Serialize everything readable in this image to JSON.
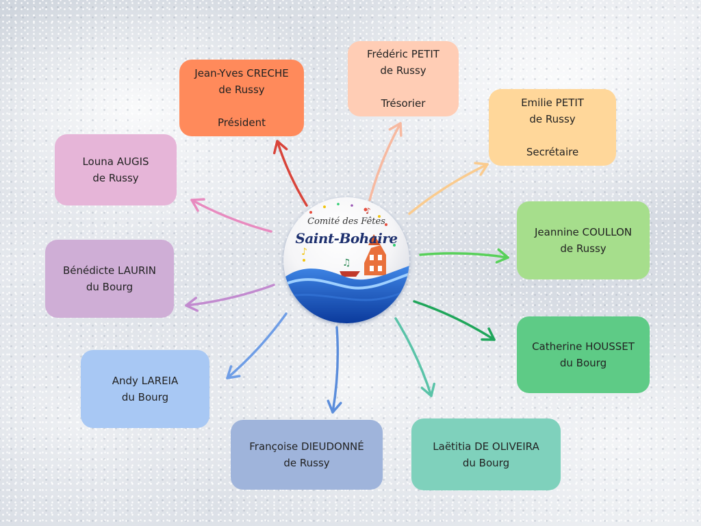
{
  "logo": {
    "line1": "Comité des Fêtes",
    "line2": "Saint-Bohaire",
    "icon": "comite-des-fetes-logo"
  },
  "members": [
    {
      "id": "jean-yves-creche",
      "name": "Jean-Yves CRECHE",
      "place": "de Russy",
      "role": "Président",
      "color": "#FF8A5B"
    },
    {
      "id": "frederic-petit",
      "name": "Frédéric PETIT",
      "place": "de Russy",
      "role": "Trésorier",
      "color": "#FFCDB5"
    },
    {
      "id": "emilie-petit",
      "name": "Emilie PETIT",
      "place": "de Russy",
      "role": "Secrétaire",
      "color": "#FFD79A"
    },
    {
      "id": "jeannine-coullon",
      "name": "Jeannine COULLON",
      "place": "de Russy",
      "role": "",
      "color": "#A6DE8C"
    },
    {
      "id": "catherine-housset",
      "name": "Catherine HOUSSET",
      "place": "du Bourg",
      "role": "",
      "color": "#5ECB86"
    },
    {
      "id": "laetitia-de-oliveira",
      "name": "Laëtitia DE OLIVEIRA",
      "place": "du Bourg",
      "role": "",
      "color": "#7FD1BC"
    },
    {
      "id": "francoise-dieudonne",
      "name": "Françoise DIEUDONNÉ",
      "place": "de Russy",
      "role": "",
      "color": "#9FB4DB"
    },
    {
      "id": "andy-lareia",
      "name": "Andy LAREIA",
      "place": "du Bourg",
      "role": "",
      "color": "#A8C8F4"
    },
    {
      "id": "benedicte-laurin",
      "name": "Bénédicte LAURIN",
      "place": "du Bourg",
      "role": "",
      "color": "#CFAED6"
    },
    {
      "id": "louna-augis",
      "name": "Louna AUGIS",
      "place": "de Russy",
      "role": "",
      "color": "#E6B5D8"
    }
  ],
  "arrow_colors": {
    "jean-yves-creche": "#D9443A",
    "frederic-petit": "#F7B9A0",
    "emilie-petit": "#FACB8E",
    "jeannine-coullon": "#58D05A",
    "catherine-housset": "#1FA65A",
    "laetitia-de-oliveira": "#5AC3A8",
    "francoise-dieudonne": "#5B8DDB",
    "andy-lareia": "#6E9DE6",
    "benedicte-laurin": "#C28ACF",
    "louna-augis": "#E88ABF"
  }
}
